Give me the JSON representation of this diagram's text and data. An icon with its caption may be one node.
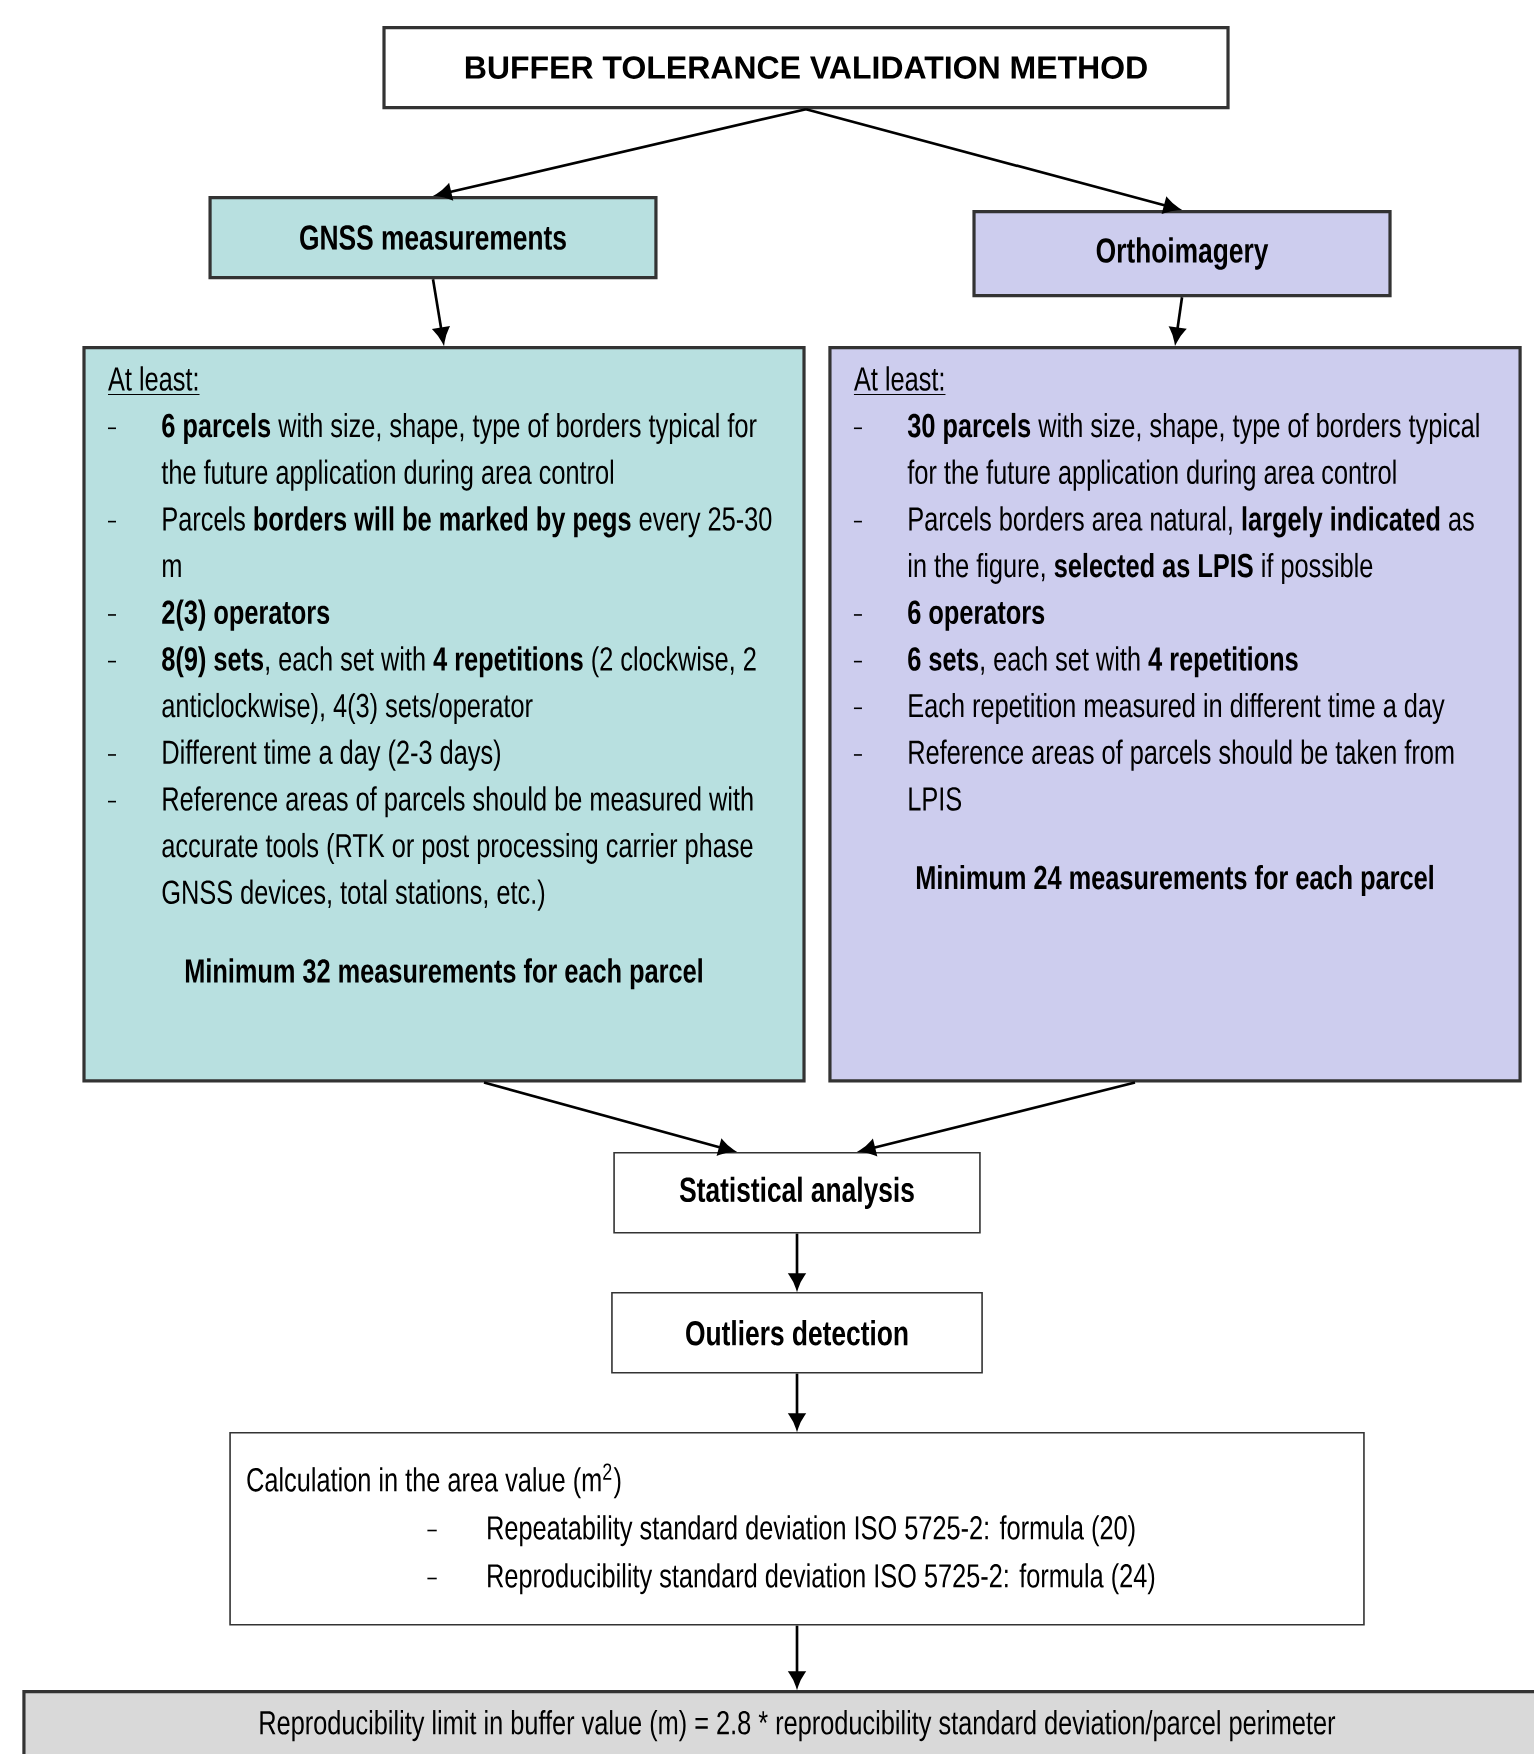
{
  "diagram": {
    "nodes": [
      {
        "text": [
          "BUFFER TOLERANCE VALIDATION METHOD"
        ]
      },
      {
        "text": [
          "GNSS measurements"
        ]
      },
      {
        "text": [
          "Orthoimagery"
        ]
      },
      {
        "text": [
          "At least:",
          "**6 parcels** with size, shape, type of borders typical for the future application during area control",
          "Parcels **borders will be marked by pegs** every 25-30 m",
          "**2(3) operators**",
          "**8(9) sets**, each set with **4 repetitions** (2 clockwise, 2 anticlockwise), 4(3) sets/operator",
          "Different time a day (2-3 days)",
          "Reference areas of parcels should be measured with accurate tools (RTK or post processing carrier phase GNSS devices, total stations, etc.)",
          "Minimum 32 measurements for each parcel"
        ]
      },
      {
        "text": [
          "At least:",
          "**30 parcels** with size, shape, type of borders typical for the future application during area control",
          "Parcels borders area natural, **largely indicated** as in the figure, **selected as LPIS** if possible",
          "**6 operators**",
          "**6 sets**, each set with **4 repetitions**",
          "Each repetition measured in different time a day",
          "Reference areas of parcels should be taken from LPIS",
          "Minimum 24 measurements for each parcel"
        ]
      },
      {
        "text": [
          "Statistical analysis"
        ]
      },
      {
        "text": [
          "Outliers detection"
        ]
      },
      {
        "text": [
          "Calculation in the area value (m$^{2}$)",
          "Repeatability standard deviation ISO 5725-2: formula (20)",
          "Reproducibility standard deviation ISO 5725-2: formula (24)"
        ]
      },
      {
        "text": [
          "Reproducibility limit in buffer value (m) = 2.8 * reproducibility standard deviation/parcel perimeter"
        ]
      }
    ],
    "edges": [
      {
        "from": 0,
        "to": 1,
        "arrow": "to"
      },
      {
        "from": 0,
        "to": 2,
        "arrow": "to"
      },
      {
        "from": 1,
        "to": 3,
        "arrow": "to"
      },
      {
        "from": 2,
        "to": 4,
        "arrow": "to"
      },
      {
        "from": 3,
        "to": 5,
        "arrow": "to"
      },
      {
        "from": 4,
        "to": 5,
        "arrow": "to"
      },
      {
        "from": 5,
        "to": 6,
        "arrow": "to"
      },
      {
        "from": 6,
        "to": 7,
        "arrow": "to"
      },
      {
        "from": 7,
        "to": 8,
        "arrow": "to"
      }
    ]
  }
}
